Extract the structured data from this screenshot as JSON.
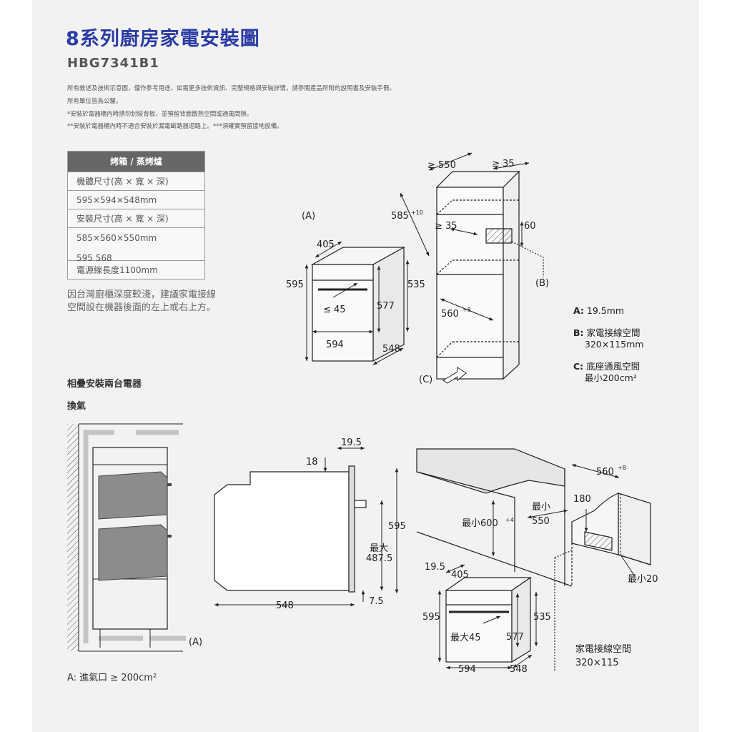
{
  "title": "8系列廚房家電安裝圖",
  "model": "HBG7341B1",
  "notes": [
    "所有敘述及技術示意圖，僅作參考用途。如需更多技術資訊、完整規格與安裝詳情，請參閱產品所附的說明書及安裝手冊。",
    "所有單位皆為公釐。",
    "*安裝於電器櫃內時請勿封裝背板，並預留背面散熱空間或通風間隙。",
    "**安裝於電器櫃內時不適合安裝於漏電斷路器迴路上。***須確實預留接地設備。"
  ],
  "spec": {
    "header": "烤箱 / 蒸烤爐",
    "body_size_label": "機體尺寸(高 × 寬 × 深)",
    "body_size_value": "595×594×548mm",
    "install_size_label": "安裝尺寸(高 × 寬 × 深)",
    "install_size_value": "585×560×550mm",
    "install_size_alt": "595  568",
    "cable_length": "電源線長度1100mm"
  },
  "advice": "因台灣廚櫃深度較淺，建議家電接線空間設在機器後面的左上或右上方。",
  "stack_title": "相疊安裝兩台電器",
  "vent_title": "換氣",
  "vent_note": "A: 進氣口 ≥ 200cm²",
  "legend": {
    "a_key": "A:",
    "a_text": "19.5mm",
    "b_key": "B:",
    "b_text1": "家電接線空間",
    "b_text2": "320×115mm",
    "c_key": "C:",
    "c_text1": "底座通風空間",
    "c_text2": "最小200cm²"
  },
  "top_diagram": {
    "label_a": "(A)",
    "label_b": "(B)",
    "label_c": "(C)",
    "w_405": "405",
    "h_595": "595",
    "d_45": "≤ 45",
    "h_577": "577",
    "h_535": "535",
    "w_594": "594",
    "d_548": "548",
    "cab_550": "≥ 550",
    "cab_35": "≥ 35",
    "cab_585": "585",
    "cab_585_sup": "+10",
    "cab_35b": "≥ 35",
    "cab_60": "60",
    "cab_560": "560",
    "cab_560_sup": "+8"
  },
  "side_view": {
    "d_18": "18",
    "d_19_5": "19.5",
    "d_595": "595",
    "d_max": "最大",
    "d_487_5": "487.5",
    "d_7_5": "7.5",
    "d_548": "548"
  },
  "vent_label_a": "(A)",
  "bottom_diagram": {
    "w_560": "560",
    "w_560_sup": "+8",
    "min_600": "最小600",
    "min_600_sup": "+4",
    "min_550_1": "最小",
    "min_550_2": "550",
    "d_180": "180",
    "min_20": "最小20",
    "d_19_5": "19.5",
    "d_405": "405",
    "h_595": "595",
    "max_45": "最大45",
    "h_577": "577",
    "h_535": "535",
    "w_594": "594",
    "d_548": "548",
    "cable_space_1": "家電接線空間",
    "cable_space_2": "320×115"
  },
  "colors": {
    "title": "#2a3aa4",
    "header_bg": "#666666",
    "page_bg": "#f2f2f2",
    "oven_fill": "#8c8c8c",
    "arrow": "#c4c4c4"
  }
}
